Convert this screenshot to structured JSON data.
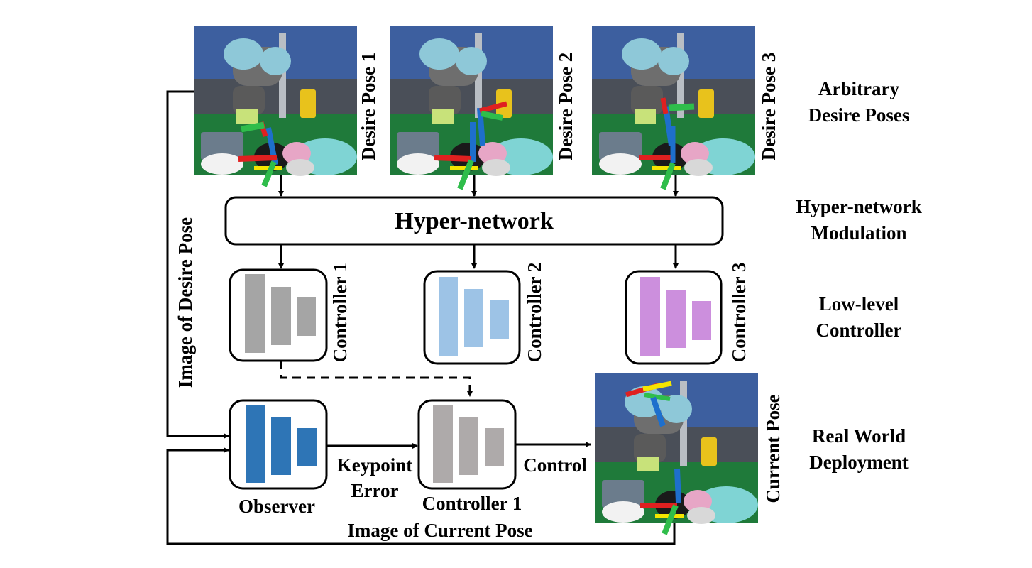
{
  "desire_poses": [
    {
      "label": "Desire Pose 1"
    },
    {
      "label": "Desire Pose 2"
    },
    {
      "label": "Desire Pose 3"
    }
  ],
  "current_pose": {
    "label": "Current Pose"
  },
  "hypernetwork": {
    "label": "Hyper-network"
  },
  "controllers": [
    {
      "label": "Controller 1",
      "color": "#a5a5a5"
    },
    {
      "label": "Controller 2",
      "color": "#9dc3e6"
    },
    {
      "label": "Controller 3",
      "color": "#cc8fdd"
    }
  ],
  "observer": {
    "label": "Observer",
    "color": "#2e75b6"
  },
  "deploy_controller": {
    "label": "Controller 1",
    "color": "#aeaaaa"
  },
  "edge_labels": {
    "image_desire": "Image of  Desire Pose",
    "keypoint_line1": "Keypoint",
    "keypoint_line2": "Error",
    "control": "Control",
    "image_current": "Image of Current Pose"
  },
  "stages": [
    {
      "line1": "Arbitrary",
      "line2": "Desire Poses"
    },
    {
      "line1": "Hyper-network",
      "line2": "Modulation"
    },
    {
      "line1": "Low-level",
      "line2": "Controller"
    },
    {
      "line1": "Real World",
      "line2": "Deployment"
    }
  ]
}
